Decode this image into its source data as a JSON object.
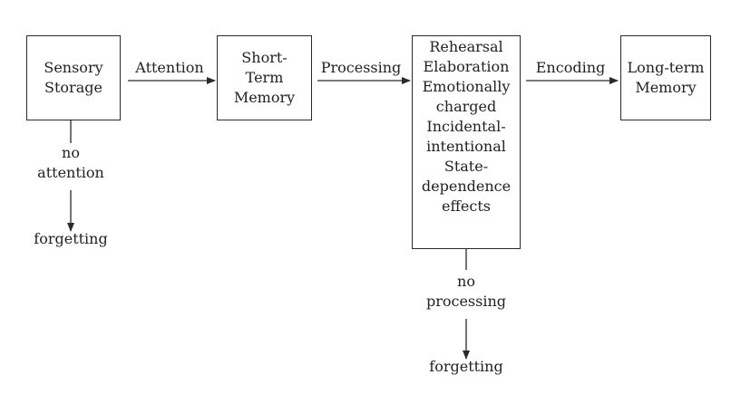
{
  "nodes": {
    "sensory_storage": [
      "Sensory",
      "Storage"
    ],
    "short_term_memory": [
      "Short-",
      "Term",
      "Memory"
    ],
    "processing_box": [
      "Rehearsal",
      "Elaboration",
      "Emotionally",
      "charged",
      "Incidental-",
      "intentional",
      "State-",
      "dependence",
      "effects"
    ],
    "long_term_memory": [
      "Long-term",
      "Memory"
    ]
  },
  "edges": {
    "attention": "Attention",
    "processing": "Processing",
    "encoding": "Encoding"
  },
  "branches": {
    "sensory": {
      "condition": [
        "no",
        "attention"
      ],
      "result": "forgetting"
    },
    "processing": {
      "condition": [
        "no",
        "processing"
      ],
      "result": "forgetting"
    }
  }
}
